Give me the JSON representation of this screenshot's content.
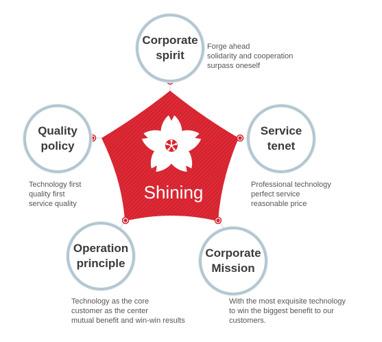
{
  "center": {
    "label": "Shining"
  },
  "nodes": {
    "corporate_spirit": {
      "title_lines": [
        "Corporate",
        "spirit"
      ],
      "desc_lines": [
        "Forge ahead",
        "solidarity and cooperation",
        "surpass oneself"
      ]
    },
    "service_tenet": {
      "title_lines": [
        "Service",
        "tenet"
      ],
      "desc_lines": [
        "Professional technology",
        "perfect service",
        "reasonable price"
      ]
    },
    "quality_policy": {
      "title_lines": [
        "Quality",
        "policy"
      ],
      "desc_lines": [
        "Technology first",
        "quality first",
        "service quality"
      ]
    },
    "operation_principle": {
      "title_lines": [
        "Operation",
        "principle"
      ],
      "desc_lines": [
        "Technology as the core",
        "customer as the center",
        "mutual benefit and win-win results"
      ]
    },
    "corporate_mission": {
      "title_lines": [
        "Corporate",
        "Mission"
      ],
      "desc_lines": [
        "With the most exquisite technology",
        "to win the biggest benefit to our",
        "customers."
      ]
    }
  },
  "colors": {
    "pentagon_red": "#d7232f",
    "circle_border": "#b3c7d2",
    "dot_red": "#d7232f"
  }
}
